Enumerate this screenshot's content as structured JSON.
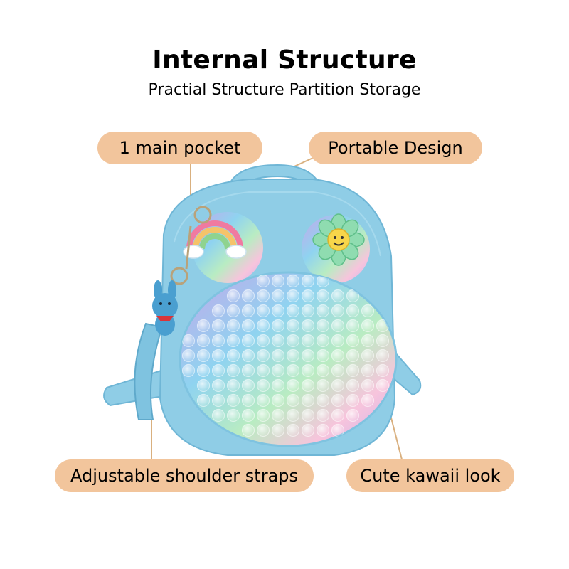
{
  "heading": {
    "title": "Internal Structure",
    "subtitle": "Practial Structure Partition Storage"
  },
  "callouts": {
    "main_pocket": "1 main pocket",
    "portable": "Portable Design",
    "straps": "Adjustable shoulder straps",
    "kawaii": "Cute kawaii look"
  },
  "colors": {
    "pill": "#f2c59c",
    "bag": "#8fcde6",
    "bag_dark": "#6fb6d6",
    "leader_line": "#d9b07f"
  }
}
